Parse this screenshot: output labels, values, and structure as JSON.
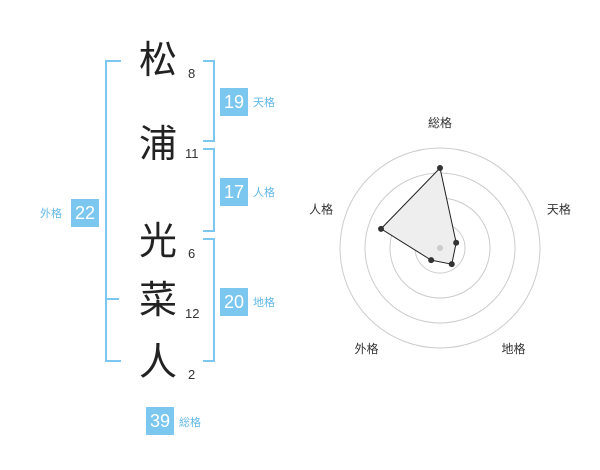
{
  "name": {
    "characters": [
      {
        "char": "松",
        "strokes": "8"
      },
      {
        "char": "浦",
        "strokes": "11"
      },
      {
        "char": "光",
        "strokes": "6"
      },
      {
        "char": "菜",
        "strokes": "12"
      },
      {
        "char": "人",
        "strokes": "2"
      }
    ]
  },
  "fortune": {
    "tenkaku": {
      "label": "天格",
      "value": "19"
    },
    "jinkaku": {
      "label": "人格",
      "value": "17"
    },
    "chikaku": {
      "label": "地格",
      "value": "20"
    },
    "gaikaku": {
      "label": "外格",
      "value": "22"
    },
    "soukaku": {
      "label": "総格",
      "value": "39"
    }
  },
  "colors": {
    "accent": "#7cc7ef",
    "accent_text": "#62b8e6",
    "text": "#222222",
    "grid": "#cccccc",
    "fill": "#eeeeee"
  },
  "chart_data": {
    "type": "radar",
    "axes": [
      "総格",
      "天格",
      "地格",
      "外格",
      "人格"
    ],
    "values": [
      0.8,
      0.17,
      0.2,
      0.15,
      0.62
    ],
    "rings": 4,
    "range": [
      0,
      1
    ]
  }
}
